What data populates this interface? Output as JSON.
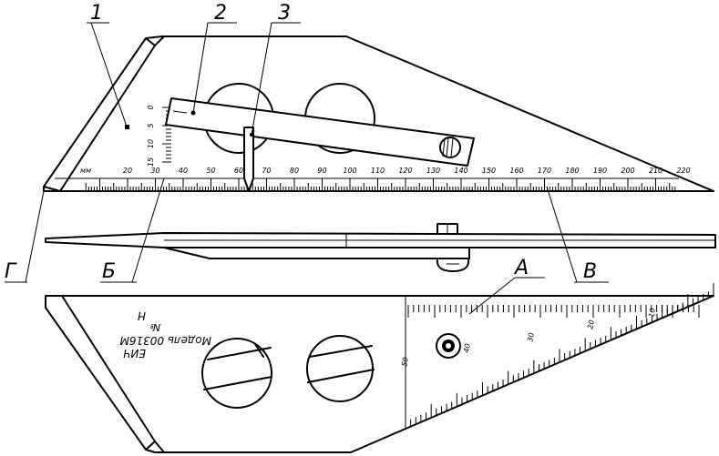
{
  "callouts": {
    "part1": "1",
    "part2": "2",
    "part3": "3",
    "ref_g": "Г",
    "ref_b": "Б",
    "ref_v": "В",
    "ref_a": "А"
  },
  "top_scale": {
    "unit": "мм",
    "labels": [
      "20",
      "30",
      "40",
      "50",
      "60",
      "70",
      "80",
      "90",
      "100",
      "110",
      "120",
      "130",
      "140",
      "150",
      "160",
      "170",
      "180",
      "190",
      "200",
      "210",
      "220"
    ]
  },
  "side_scale": {
    "labels": [
      "0",
      "5",
      "10",
      "15"
    ]
  },
  "bottom_scale": {
    "labels": [
      "10",
      "20",
      "30",
      "40",
      "50"
    ]
  },
  "engraving": {
    "line1": "Н",
    "line2": "№",
    "line3": "Модель 00316М",
    "line4": "ЕИЧ"
  }
}
